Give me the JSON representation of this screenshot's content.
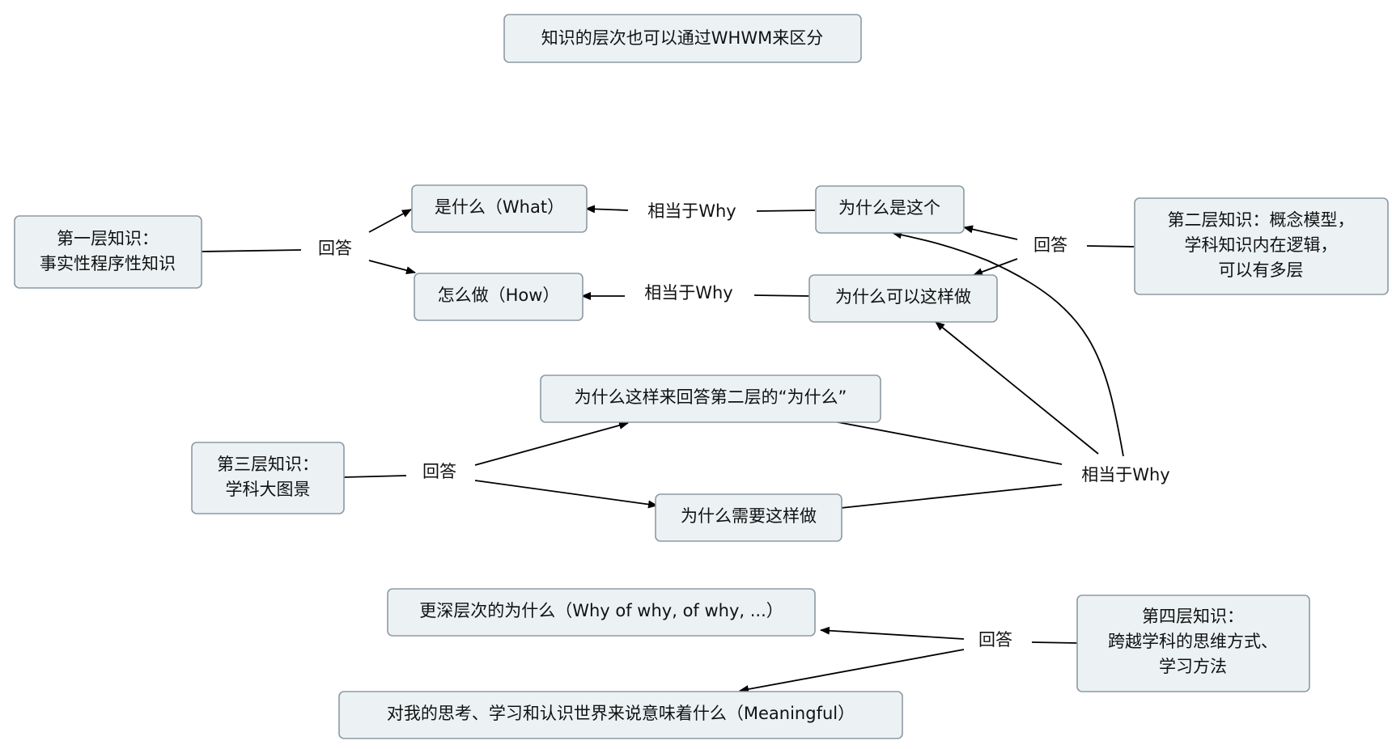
{
  "title": "知识的层次也可以通过WHWM来区分",
  "concepts": {
    "level1": [
      "第一层知识：",
      "事实性程序性知识"
    ],
    "what": [
      "是什么（What）"
    ],
    "how": [
      "怎么做（How）"
    ],
    "why_this": [
      "为什么是这个"
    ],
    "why_can": [
      "为什么可以这样做"
    ],
    "level2": [
      "第二层知识：概念模型，",
      "学科知识内在逻辑，",
      "可以有多层"
    ],
    "why_answer": [
      "为什么这样来回答第二层的“为什么”"
    ],
    "level3": [
      "第三层知识：",
      "学科大图景"
    ],
    "why_need": [
      "为什么需要这样做"
    ],
    "deeper": [
      "更深层次的为什么（Why of why, of why, ...）"
    ],
    "level4": [
      "第四层知识：",
      "跨越学科的思维方式、",
      "学习方法"
    ],
    "meaning": [
      "对我的思考、学习和认识世界来说意味着什么（Meaningful）"
    ]
  },
  "links": {
    "answer1": "回答",
    "eq_why1": "相当于Why",
    "eq_why2": "相当于Why",
    "answer2": "回答",
    "answer3": "回答",
    "eq_why3": "相当于Why",
    "answer4": "回答"
  }
}
